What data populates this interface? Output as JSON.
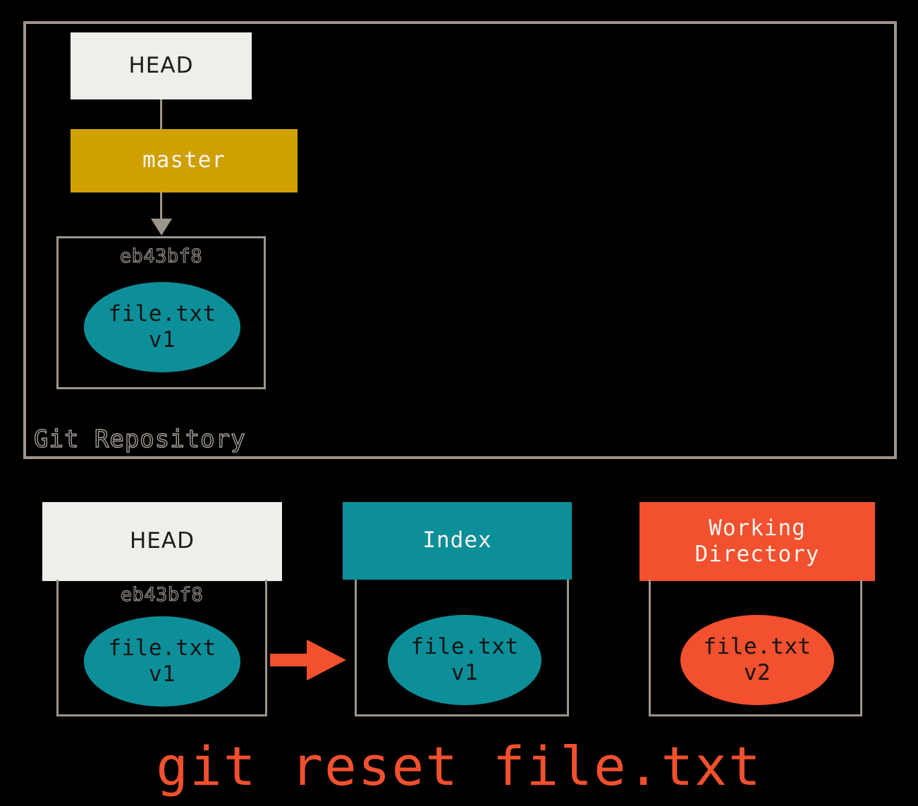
{
  "diagram": {
    "title_caption": "git reset file.txt",
    "repository": {
      "label": "Git Repository",
      "head_label": "HEAD",
      "branch_label": "master",
      "commit": {
        "sha": "eb43bf8",
        "blob_name": "file.txt",
        "blob_version": "v1"
      }
    },
    "columns": [
      {
        "header": "HEAD",
        "sha": "eb43bf8",
        "blob_name": "file.txt",
        "blob_version": "v1",
        "accent": "#eeeeea",
        "blob_color": "#0d8f99"
      },
      {
        "header": "Index",
        "sha": "",
        "blob_name": "file.txt",
        "blob_version": "v1",
        "accent": "#0d8f99",
        "blob_color": "#0d8f99"
      },
      {
        "header_line1": "Working",
        "header_line2": "Directory",
        "sha": "",
        "blob_name": "file.txt",
        "blob_version": "v2",
        "accent": "#f2502e",
        "blob_color": "#f2502e"
      }
    ],
    "arrow": {
      "name": "reset-flow-arrow",
      "direction": "right",
      "color": "#f2502e",
      "from": "HEAD",
      "to": "Index"
    },
    "colors": {
      "background": "#000000",
      "frame": "#9c958a",
      "teal": "#0d8f99",
      "orange": "#f2502e",
      "gold": "#cfa000",
      "offwhite": "#eeeeea"
    }
  }
}
